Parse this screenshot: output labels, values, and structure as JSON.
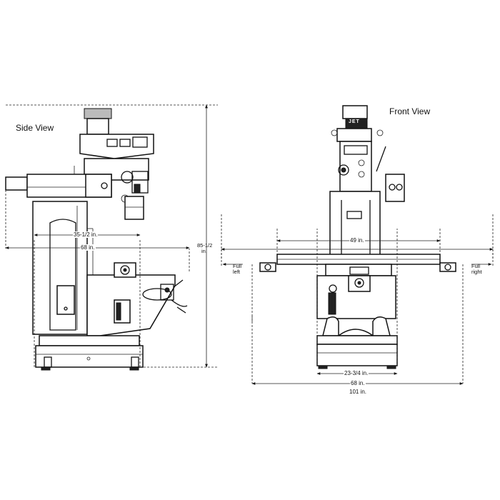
{
  "views": {
    "side": {
      "title": "Side View"
    },
    "front": {
      "title": "Front View"
    }
  },
  "dimensions": {
    "side_height": "85-1/2 in.",
    "side_height_line1": "85-1/2",
    "side_height_line2": "in.",
    "side_base_width": "35-1/2 in.",
    "side_overall_width": "68 in.",
    "front_table_length": "49 in.",
    "front_base_width": "23-3/4 in.",
    "front_overall_width": "68 in.",
    "front_full_travel_width": "101 in.",
    "full_left_line1": "Full",
    "full_left_line2": "left",
    "full_right_line1": "Full",
    "full_right_line2": "right"
  },
  "machine": {
    "brand": "JET"
  }
}
